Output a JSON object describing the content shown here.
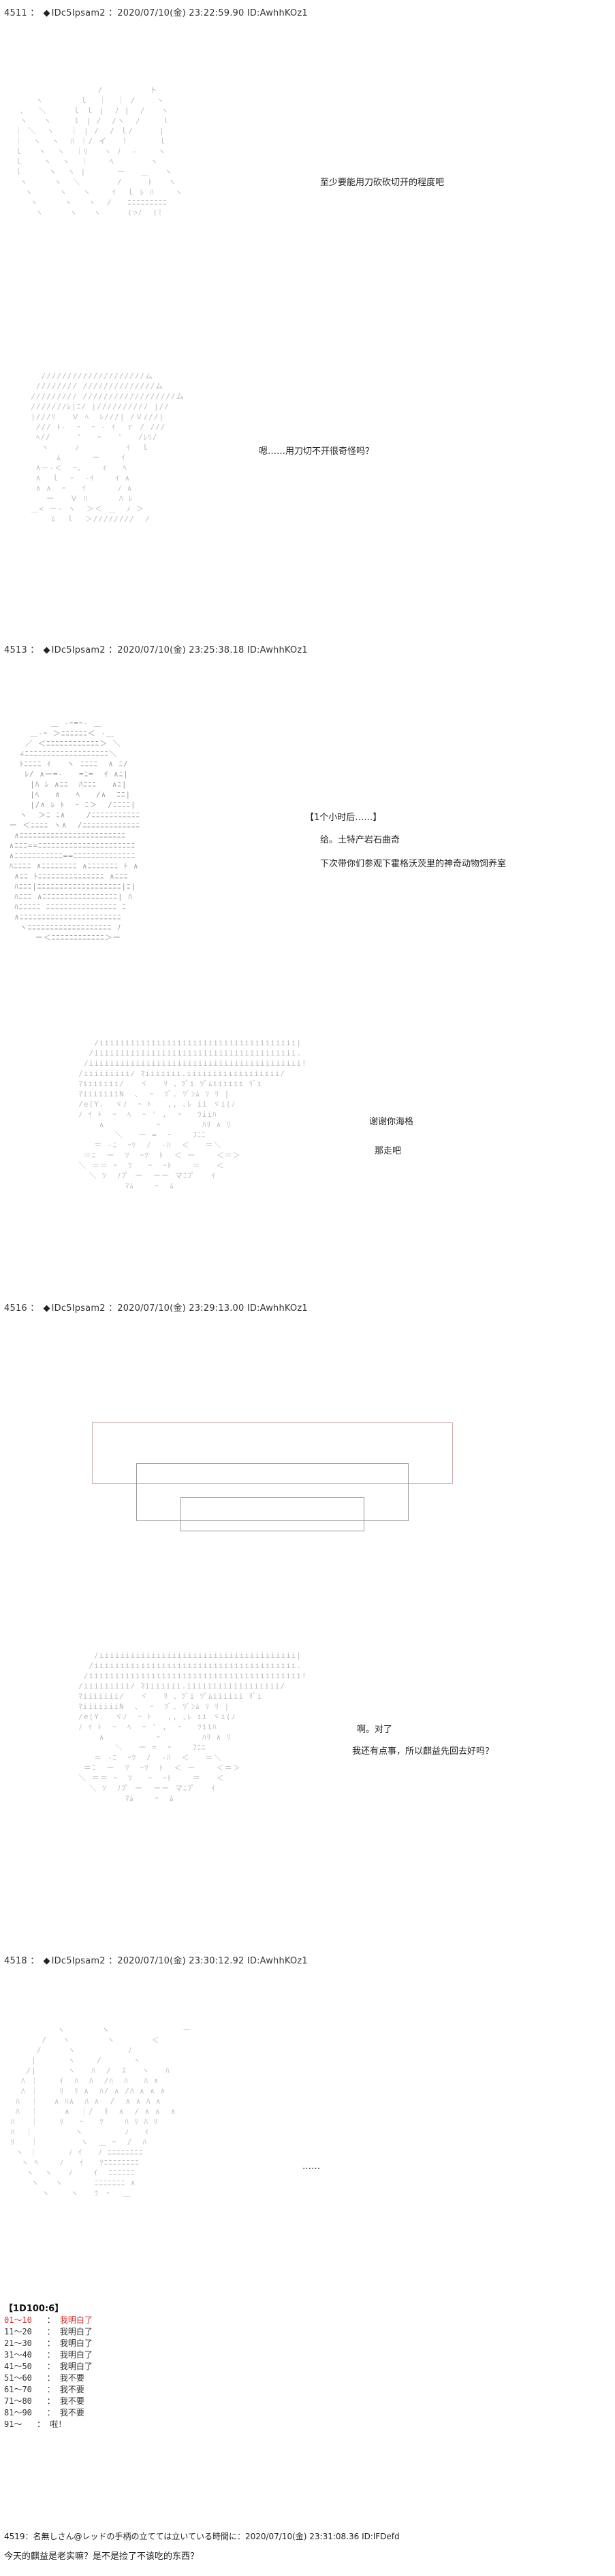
{
  "posts": [
    {
      "number": "4511",
      "diamond": "◆",
      "trip": "IDc5Ipsam2",
      "datetime": "2020/07/10(金) 23:22:59.90 ID:AwhhKOz1",
      "lines": [
        "至少要能用刀砍砍切开的程度吧",
        "嗯……用刀切不开很奇怪吗？"
      ]
    },
    {
      "number": "4513",
      "diamond": "◆",
      "trip": "IDc5Ipsam2",
      "datetime": "2020/07/10(金) 23:25:38.18 ID:AwhhKOz1",
      "lines": [
        "【1个小时后……】",
        "给。土特产岩石曲奇",
        "下次带你们参观下霍格沃茨里的神奇动物饲养室",
        "谢谢你海格",
        "那走吧"
      ]
    },
    {
      "number": "4516",
      "diamond": "◆",
      "trip": "IDc5Ipsam2",
      "datetime": "2020/07/10(金) 23:29:13.00 ID:AwhhKOz1",
      "lines": [
        "啊。对了",
        "我还有点事，所以麒益先回去好吗？"
      ]
    },
    {
      "number": "4518",
      "diamond": "◆",
      "trip": "IDc5Ipsam2",
      "datetime": "2020/07/10(金) 23:30:12.92 ID:AwhhKOz1",
      "lines": [
        "……"
      ]
    }
  ],
  "result": {
    "title": "【1D100:6】",
    "rows": [
      {
        "range": "01～10",
        "sep": "：",
        "val": "我明白了"
      },
      {
        "range": "11～20",
        "sep": "：",
        "val": "我明白了"
      },
      {
        "range": "21～30",
        "sep": "：",
        "val": "我明白了"
      },
      {
        "range": "31～40",
        "sep": "：",
        "val": "我明白了"
      },
      {
        "range": "41～50",
        "sep": "：",
        "val": "我明白了"
      },
      {
        "range": "51～60",
        "sep": "：",
        "val": "我不要"
      },
      {
        "range": "61～70",
        "sep": "：",
        "val": "我不要"
      },
      {
        "range": "71～80",
        "sep": "：",
        "val": "我不要"
      },
      {
        "range": "81～90",
        "sep": "：",
        "val": "我不要"
      },
      {
        "range": "91～",
        "sep": "：",
        "val": "啦！"
      }
    ]
  },
  "final": {
    "header": "4519：名無しさん@レッドの手柄の立てては立いている時間に：2020/07/10(金) 23:31:08.36 ID:lFDefd",
    "text": "今天的麒益是老实嘛？是不是捡了不该吃的东西？"
  },
  "colors": {
    "result_red": "#cc3333",
    "text": "#222222",
    "aa": "#bbbbbb"
  }
}
